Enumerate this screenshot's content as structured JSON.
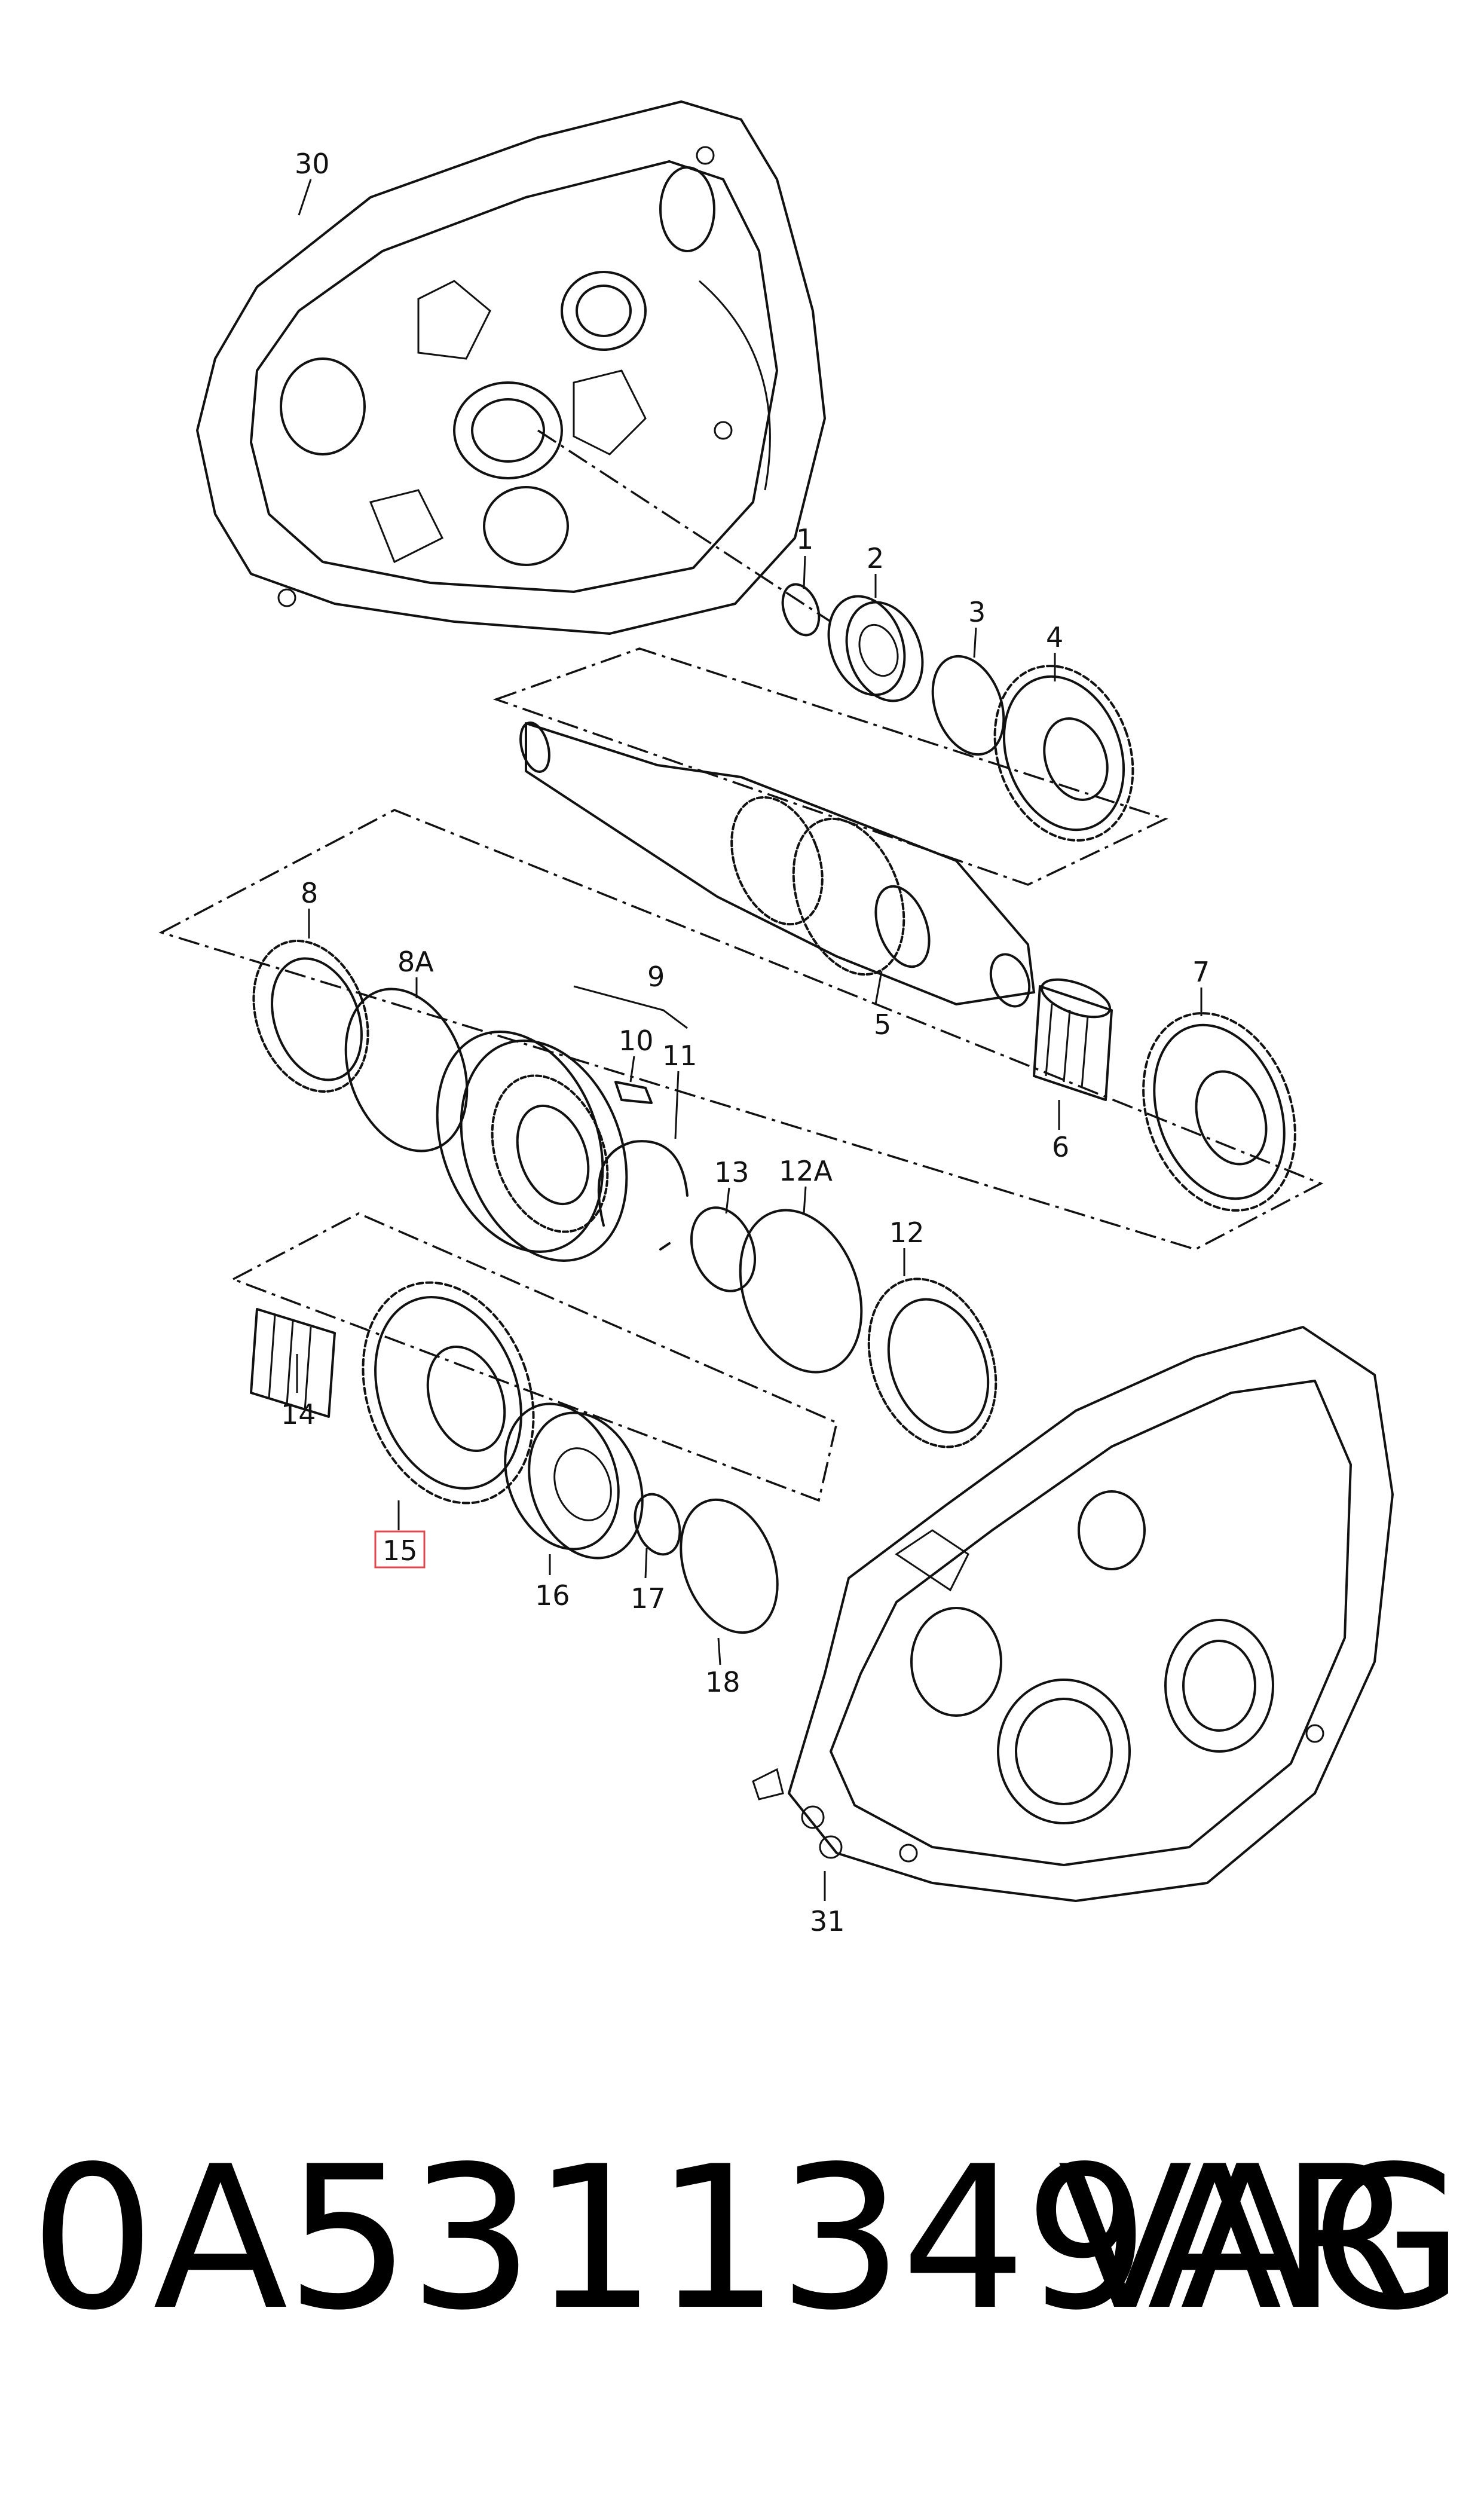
{
  "callouts": {
    "c30": "30",
    "c1": "1",
    "c2": "2",
    "c3": "3",
    "c4": "4",
    "c5": "5",
    "c6": "6",
    "c7": "7",
    "c8": "8",
    "c8a": "8A",
    "c9": "9",
    "c10": "10",
    "c11": "11",
    "c12": "12",
    "c12a": "12A",
    "c13": "13",
    "c14": "14",
    "c15": "15",
    "c16": "16",
    "c17": "17",
    "c18": "18",
    "c31": "31"
  },
  "highlighted_callout": "15",
  "caption": {
    "part_number": "0A5311349AR",
    "brand": "VAG"
  }
}
